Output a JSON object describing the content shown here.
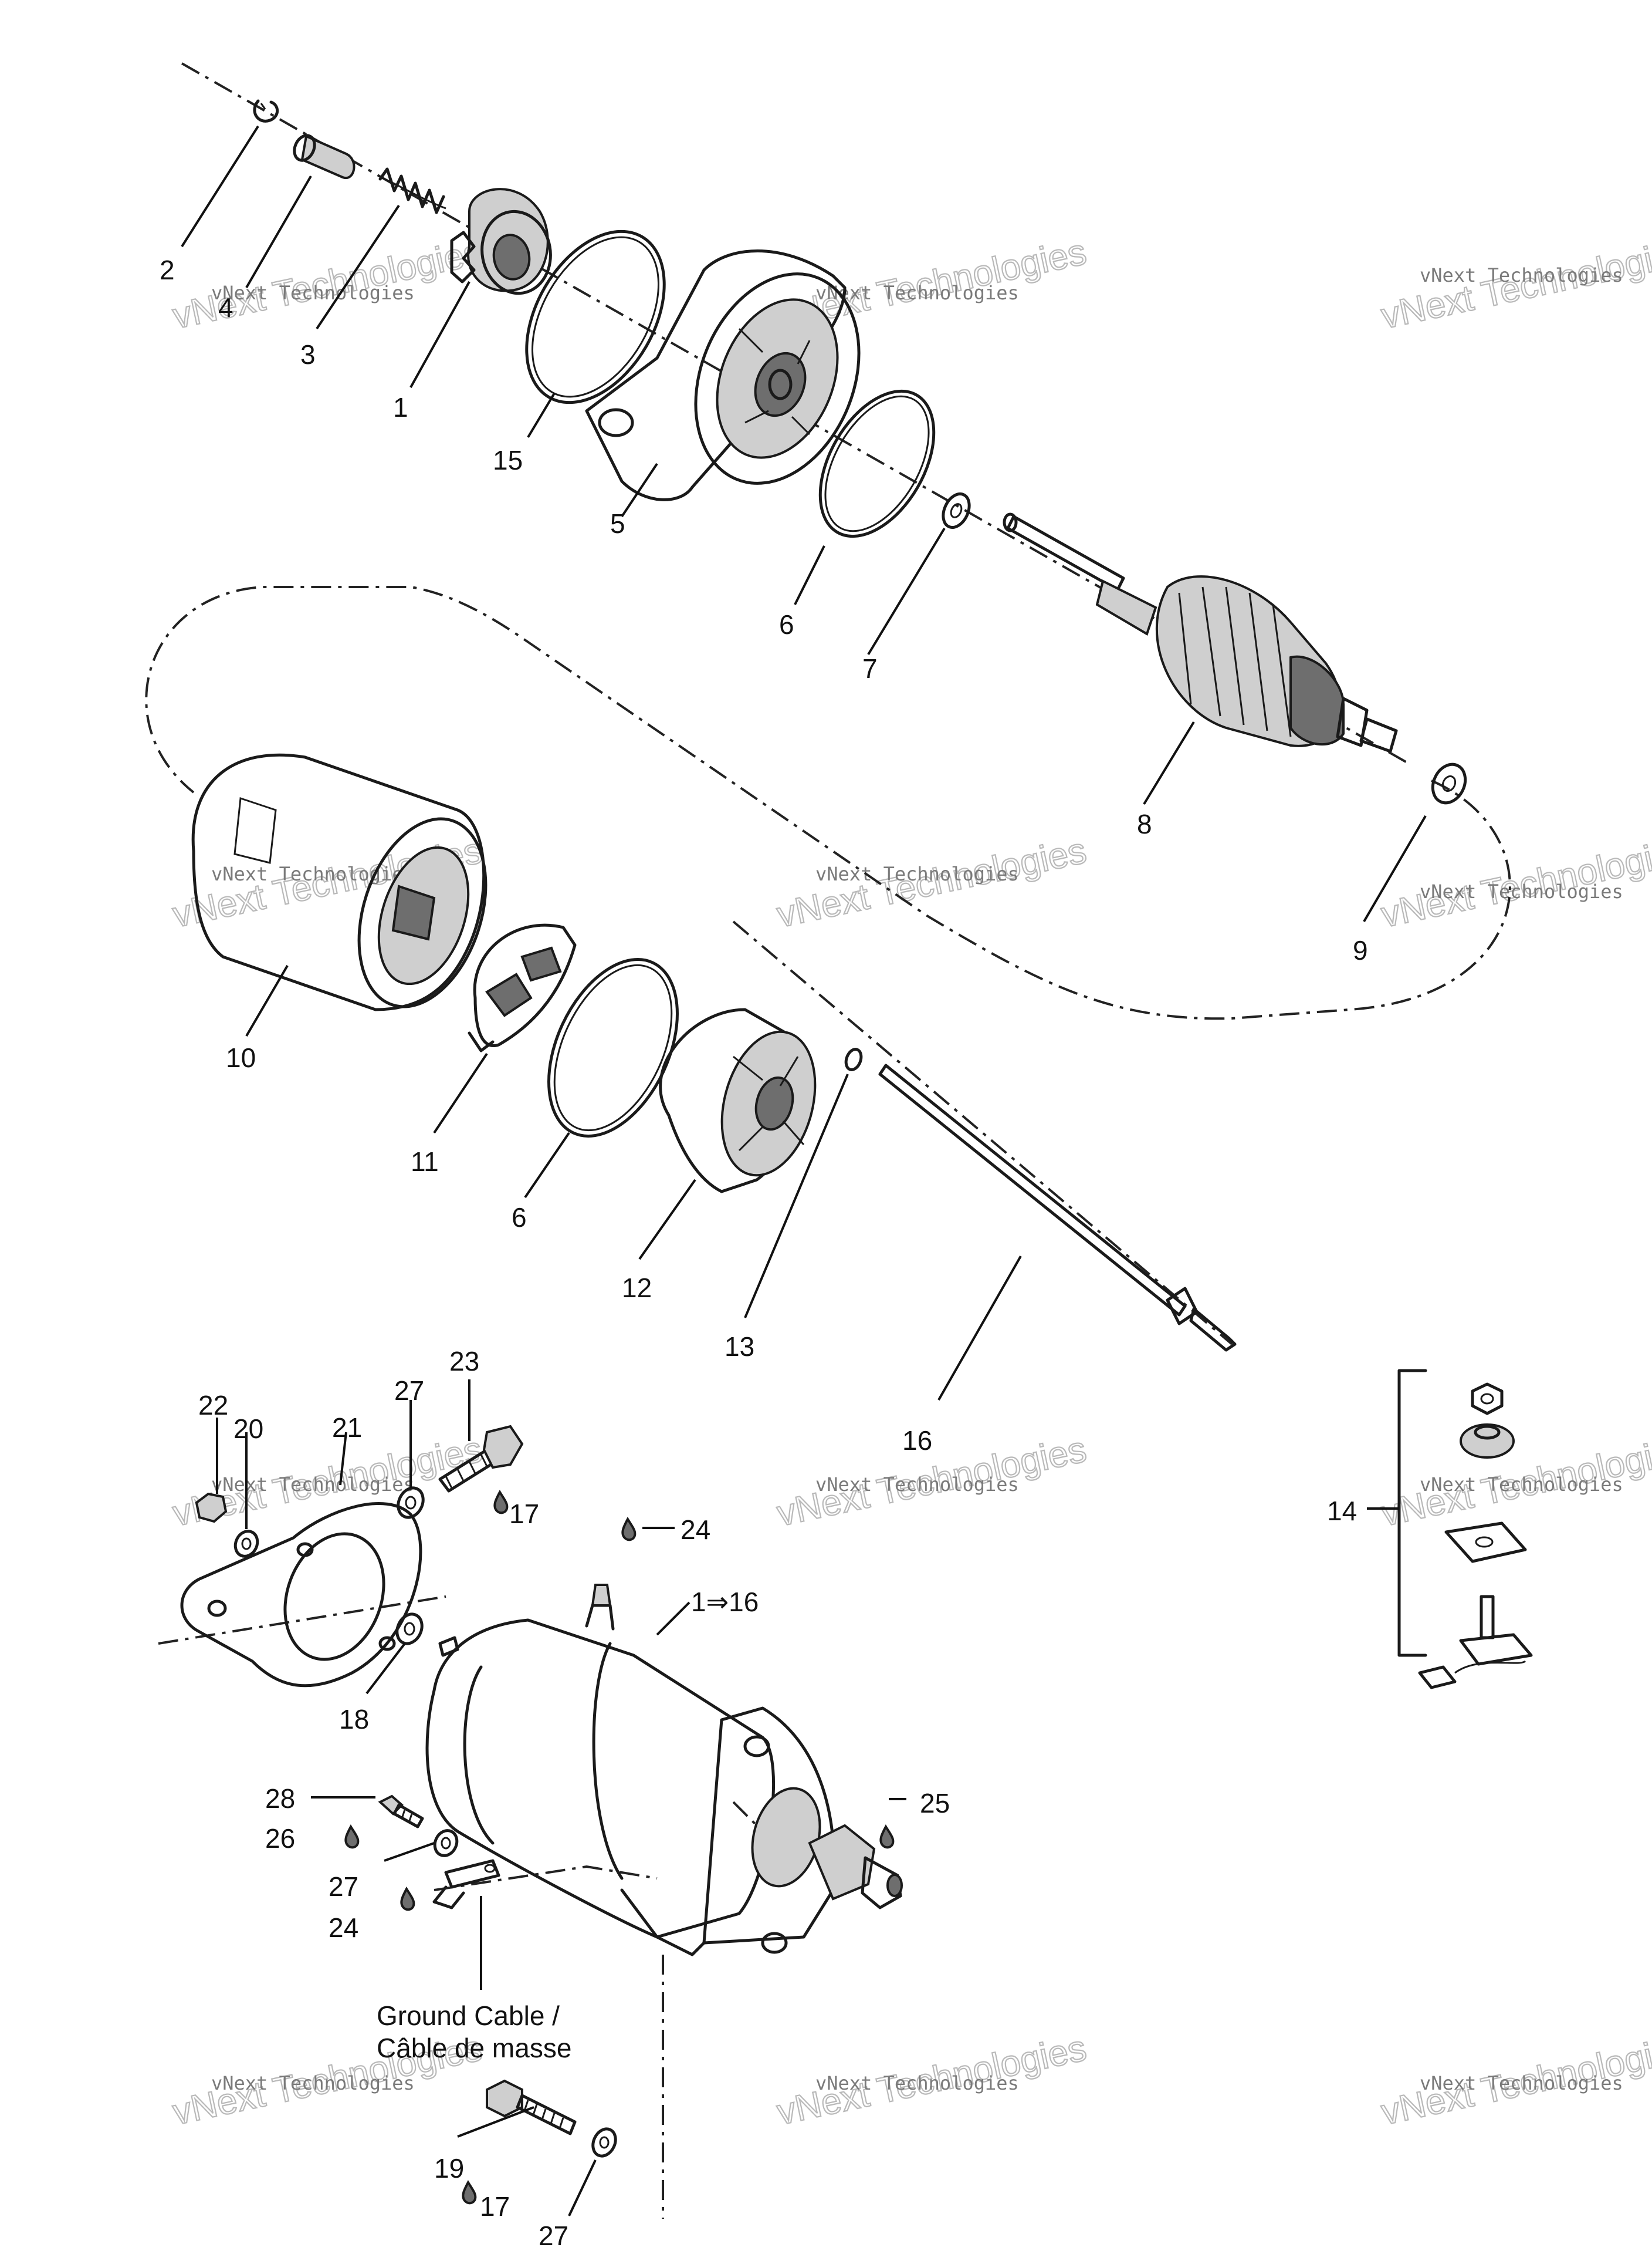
{
  "callouts": {
    "c1": "1",
    "c2": "2",
    "c3": "3",
    "c4": "4",
    "c5": "5",
    "c6a": "6",
    "c6b": "6",
    "c7": "7",
    "c8": "8",
    "c9": "9",
    "c10": "10",
    "c11": "11",
    "c12": "12",
    "c13": "13",
    "c14": "14",
    "c15": "15",
    "c16": "16",
    "c17a": "17",
    "c17b": "17",
    "c18": "18",
    "c19": "19",
    "c20": "20",
    "c21": "21",
    "c22": "22",
    "c23": "23",
    "c24a": "24",
    "c24b": "24",
    "c25": "25",
    "c26": "26",
    "c27a": "27",
    "c27b": "27",
    "c27c": "27",
    "c28": "28",
    "c1to16": "1⇒16"
  },
  "ground_cable": {
    "line1": "Ground Cable /",
    "line2": "Câble de masse"
  },
  "watermark": {
    "small": "vNext Technologies",
    "large": "vNext Technologies"
  },
  "icons": {
    "sealant": "sealant-drop-icon"
  }
}
